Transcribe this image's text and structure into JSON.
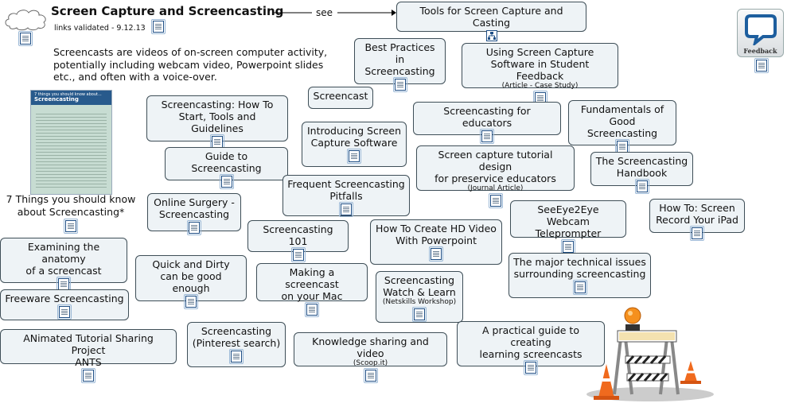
{
  "header": {
    "title": "Screen Capture and Screencasting",
    "validated": "links validated - 9.12.13",
    "description": "Screencasts are videos of on-screen computer activity, potentially including webcam video, Powerpoint slides etc., and often with a voice-over.",
    "see_label": "see"
  },
  "thumbnail": {
    "heading_line1": "7 things you should know about...",
    "heading_line2": "Screencasting",
    "caption": "7 Things you should know about Screencasting*"
  },
  "feedback": {
    "label": "Feedback"
  },
  "nodes": [
    {
      "name": "tools-for-screen-capture",
      "lines": [
        "Tools for Screen Capture and Casting"
      ]
    },
    {
      "name": "best-practices",
      "lines": [
        "Best Practices in",
        "Screencasting"
      ]
    },
    {
      "name": "using-screen-capture-feedback",
      "lines": [
        "Using Screen Capture",
        "Software in Student Feedback"
      ],
      "sub": "(Article - Case Study)"
    },
    {
      "name": "screencast",
      "lines": [
        "Screencast"
      ]
    },
    {
      "name": "screencasting-how-to-start",
      "lines": [
        "Screencasting: How To",
        "Start, Tools and Guidelines"
      ]
    },
    {
      "name": "introducing-screen-capture",
      "lines": [
        "Introducing Screen",
        "Capture Software"
      ]
    },
    {
      "name": "screencasting-for-educators",
      "lines": [
        "Screencasting for educators"
      ]
    },
    {
      "name": "fundamentals",
      "lines": [
        "Fundamentals of",
        "Good Screencasting"
      ]
    },
    {
      "name": "guide-to-screencasting",
      "lines": [
        "Guide to Screencasting"
      ]
    },
    {
      "name": "tutorial-design",
      "lines": [
        "Screen capture tutorial design",
        "for preservice educators"
      ],
      "sub": "(Journal Article)"
    },
    {
      "name": "screencasting-handbook",
      "lines": [
        "The Screencasting",
        "Handbook"
      ]
    },
    {
      "name": "frequent-pitfalls",
      "lines": [
        "Frequent Screencasting",
        "Pitfalls"
      ]
    },
    {
      "name": "online-surgery",
      "lines": [
        "Online Surgery -",
        "Screencasting"
      ]
    },
    {
      "name": "seeeye2eye",
      "lines": [
        "SeeEye2Eye Webcam",
        "Teleprompter"
      ]
    },
    {
      "name": "how-to-ipad",
      "lines": [
        "How To: Screen",
        "Record Your iPad"
      ]
    },
    {
      "name": "screencasting-101",
      "lines": [
        "Screencasting 101"
      ]
    },
    {
      "name": "hd-video-powerpoint",
      "lines": [
        "How To Create HD Video",
        "With Powerpoint"
      ]
    },
    {
      "name": "examining-anatomy",
      "lines": [
        "Examining the anatomy",
        "of a screencast"
      ]
    },
    {
      "name": "quick-and-dirty",
      "lines": [
        "Quick and Dirty",
        "can be good enough"
      ]
    },
    {
      "name": "making-on-mac",
      "lines": [
        "Making a screencast",
        "on your Mac"
      ]
    },
    {
      "name": "watch-and-learn",
      "lines": [
        "Screencasting",
        "Watch & Learn"
      ],
      "sub": "(Netskills Workshop)"
    },
    {
      "name": "major-technical-issues",
      "lines": [
        "The major technical issues",
        "surrounding screencasting"
      ]
    },
    {
      "name": "freeware-screencasting",
      "lines": [
        "Freeware Screencasting"
      ]
    },
    {
      "name": "pinterest-search",
      "lines": [
        "Screencasting",
        "(Pinterest search)"
      ]
    },
    {
      "name": "practical-guide",
      "lines": [
        "A practical guide to creating",
        "learning screencasts"
      ]
    },
    {
      "name": "ants",
      "lines": [
        "ANimated Tutorial Sharing Project",
        "ANTS"
      ]
    },
    {
      "name": "knowledge-sharing",
      "lines": [
        "Knowledge sharing and video"
      ],
      "sub": "(Scoop.it)"
    }
  ]
}
